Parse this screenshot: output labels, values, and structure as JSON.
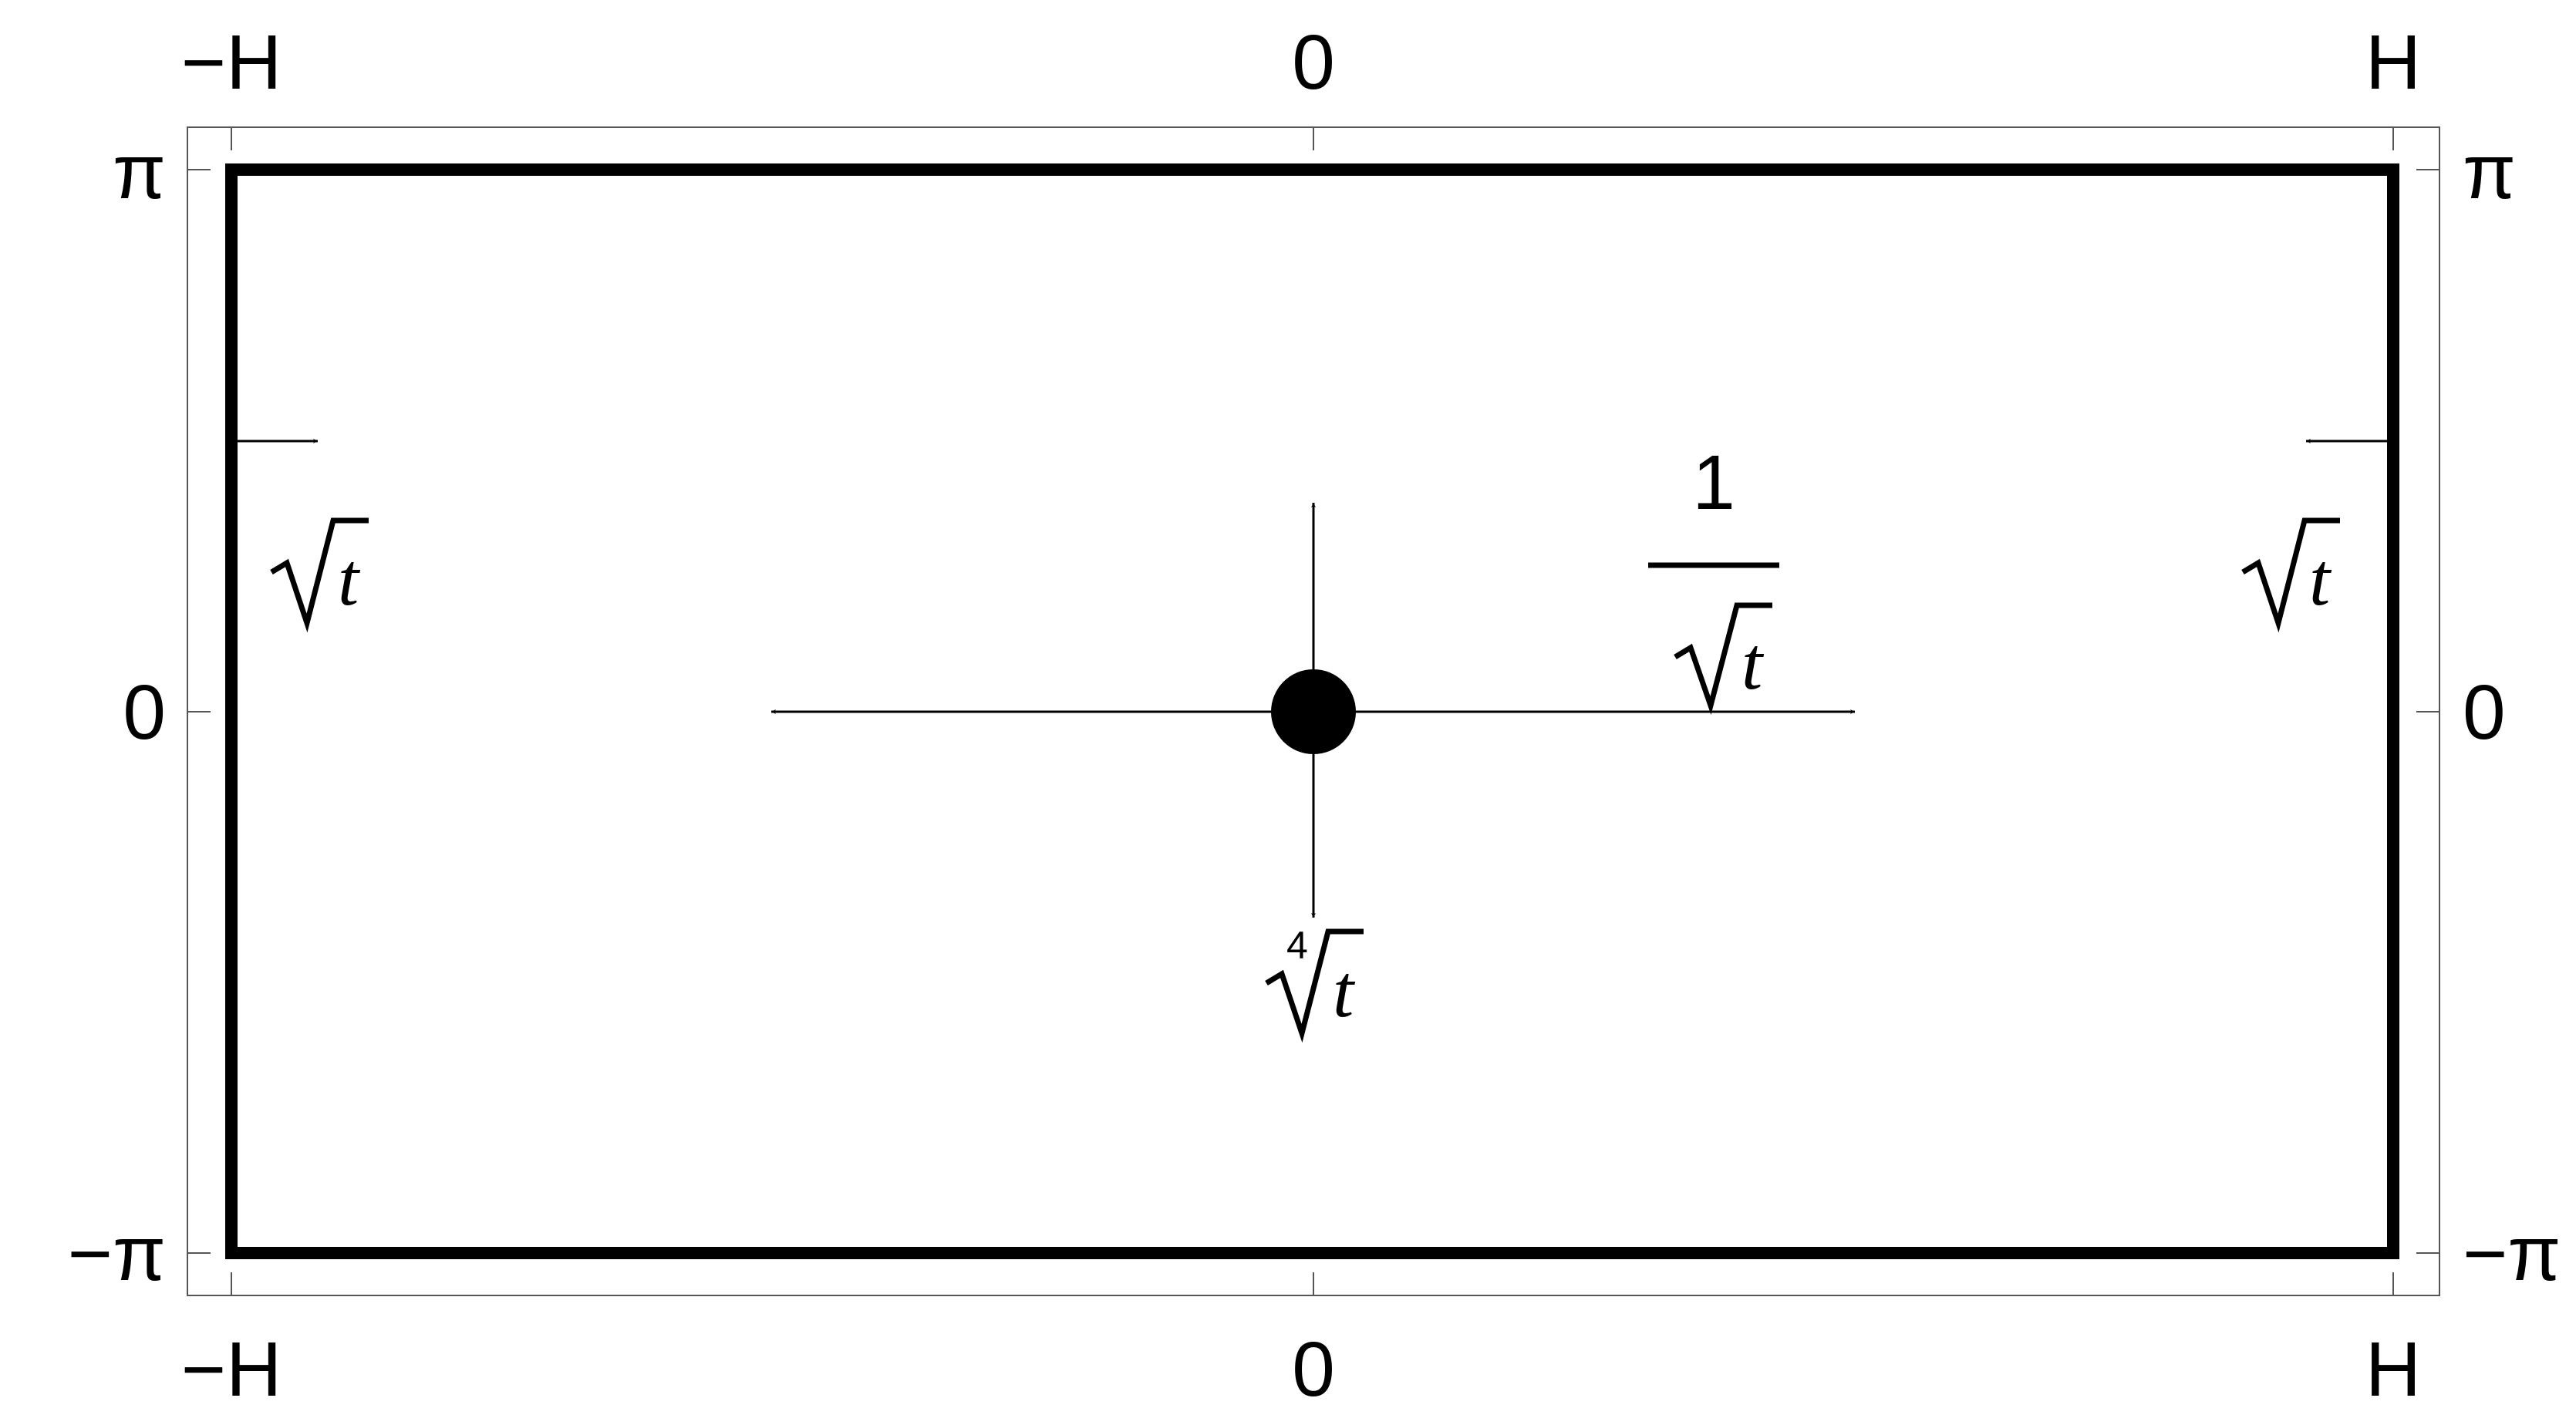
{
  "axes": {
    "top_ticks": [
      "−H",
      "0",
      "H"
    ],
    "bottom_ticks": [
      "−H",
      "0",
      "H"
    ],
    "left_ticks": [
      "π",
      "0",
      "−π"
    ],
    "right_ticks": [
      "π",
      "0",
      "−π"
    ]
  },
  "annotations": {
    "left_wall": {
      "var": "t"
    },
    "right_wall": {
      "var": "t"
    },
    "center_vertical": {
      "root_index": "4",
      "var": "t"
    },
    "center_horizontal": {
      "numerator": "1",
      "var": "t"
    }
  },
  "colors": {
    "ink": "#000000",
    "frame": "#555555",
    "background": "#ffffff"
  }
}
